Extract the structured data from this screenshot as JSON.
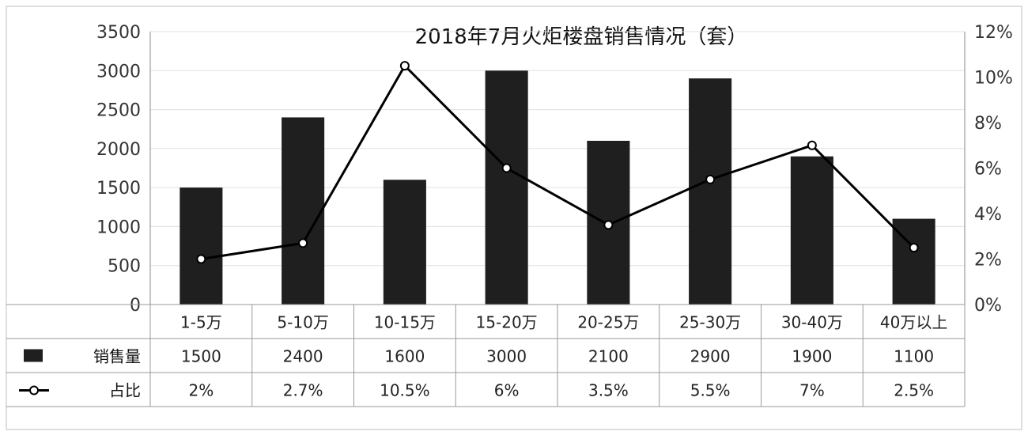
{
  "chart_data": {
    "type": "bar",
    "title": "2018年7月火炬楼盘销售情况（套）",
    "categories": [
      "1-5万",
      "5-10万",
      "10-15万",
      "15-20万",
      "20-25万",
      "25-30万",
      "30-40万",
      "40万以上"
    ],
    "y_left": {
      "ticks": [
        "3500",
        "3000",
        "2500",
        "2000",
        "1500",
        "1000",
        "500",
        "0"
      ],
      "ylim": [
        0,
        3500
      ]
    },
    "y_right": {
      "ticks": [
        "12%",
        "10%",
        "8%",
        "6%",
        "4%",
        "2%",
        "0%"
      ],
      "ylim": [
        0,
        12
      ]
    },
    "series": [
      {
        "name": "销售量",
        "kind": "bar",
        "axis": "left",
        "color": "#1f1f1f",
        "values": [
          1500,
          2400,
          1600,
          3000,
          2100,
          2900,
          1900,
          1100
        ]
      },
      {
        "name": "占比",
        "kind": "line",
        "axis": "right",
        "color": "#000000",
        "values": [
          2,
          2.7,
          10.5,
          6,
          3.5,
          5.5,
          7,
          2.5
        ]
      }
    ],
    "table_rows": [
      {
        "label": "销售量",
        "values": [
          "1500",
          "2400",
          "1600",
          "3000",
          "2100",
          "2900",
          "1900",
          "1100"
        ]
      },
      {
        "label": "占比",
        "values": [
          "2%",
          "2.7%",
          "10.5%",
          "6%",
          "3.5%",
          "5.5%",
          "7%",
          "2.5%"
        ]
      }
    ],
    "grid": true,
    "legend": "bottom"
  }
}
